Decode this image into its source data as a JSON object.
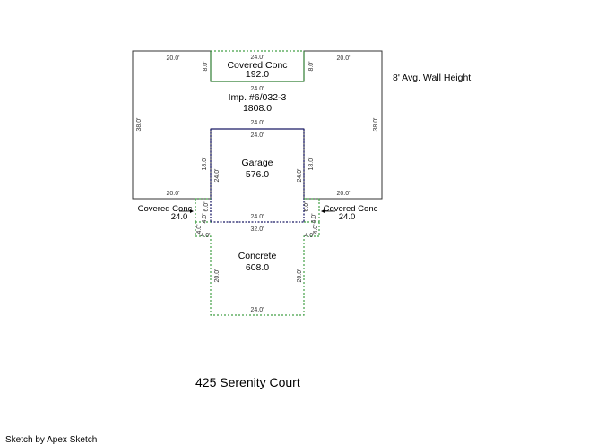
{
  "colors": {
    "main_outline": "#333333",
    "garage_outline": "#1a1a66",
    "covered_outline": "#2e7d32",
    "dotted_green": "#43a047",
    "text": "#000000"
  },
  "wall_height_note": "8' Avg. Wall Height",
  "address": "425 Serenity Court",
  "footer": "Sketch by Apex Sketch",
  "areas": {
    "main": {
      "name": "Imp. #6/032-3",
      "area": "1808.0"
    },
    "covered_top": {
      "name": "Covered Conc",
      "area": "192.0"
    },
    "garage": {
      "name": "Garage",
      "area": "576.0"
    },
    "covered_left": {
      "name": "Covered Conc",
      "area": "24.0"
    },
    "covered_right": {
      "name": "Covered Conc",
      "area": "24.0"
    },
    "concrete": {
      "name": "Concrete",
      "area": "608.0"
    }
  },
  "dims": {
    "top_left": "20.0'",
    "top_mid": "24.0'",
    "top_right": "20.0'",
    "covered_top_left": "8.0'",
    "covered_top_right": "8.0'",
    "covered_top_bottom": "24.0'",
    "main_left": "38.0'",
    "main_right": "38.0'",
    "garage_top_outer": "24.0'",
    "garage_top_inner": "24.0'",
    "garage_left_outer": "18.0'",
    "garage_left_inner": "24.0'",
    "garage_right_inner": "24.0'",
    "garage_right_outer": "18.0'",
    "bottom_left": "20.0'",
    "bottom_right": "20.0'",
    "cov_left_side": "6.0'",
    "cov_left_side2": "4.0'",
    "cov_right_side": "6.0'",
    "cov_right_side2": "4.0'",
    "garage_bottom": "24.0'",
    "concrete_top": "32.0'",
    "concrete_step_left_v": "4.0'",
    "concrete_step_left_h": "4.0'",
    "concrete_step_right_v": "4.0'",
    "concrete_step_right_h": "4.0'",
    "concrete_left": "20.0'",
    "concrete_right": "20.0'",
    "concrete_bottom": "24.0'"
  }
}
